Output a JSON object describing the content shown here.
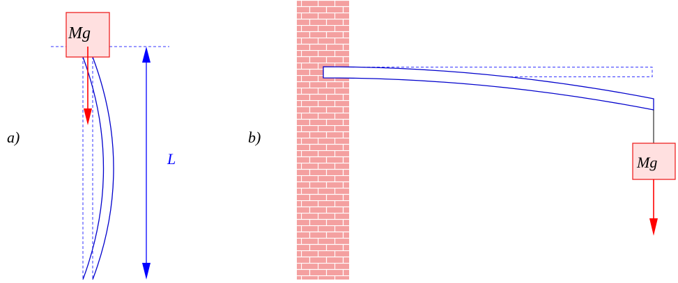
{
  "panels": [
    {
      "id": "a",
      "label": "a)"
    },
    {
      "id": "b",
      "label": "b)"
    }
  ],
  "mass_label": "Mg",
  "length_label": "L",
  "colors": {
    "beam": "#0000cc",
    "dashed": "#3333ff",
    "force_arrow": "#ff0000",
    "dimension": "#0000ff",
    "mass_fill": "#ffe0e0",
    "mass_border": "#ee2222",
    "brick": "#f4a0a0",
    "mortar": "#ffffff",
    "text": "#000000"
  }
}
